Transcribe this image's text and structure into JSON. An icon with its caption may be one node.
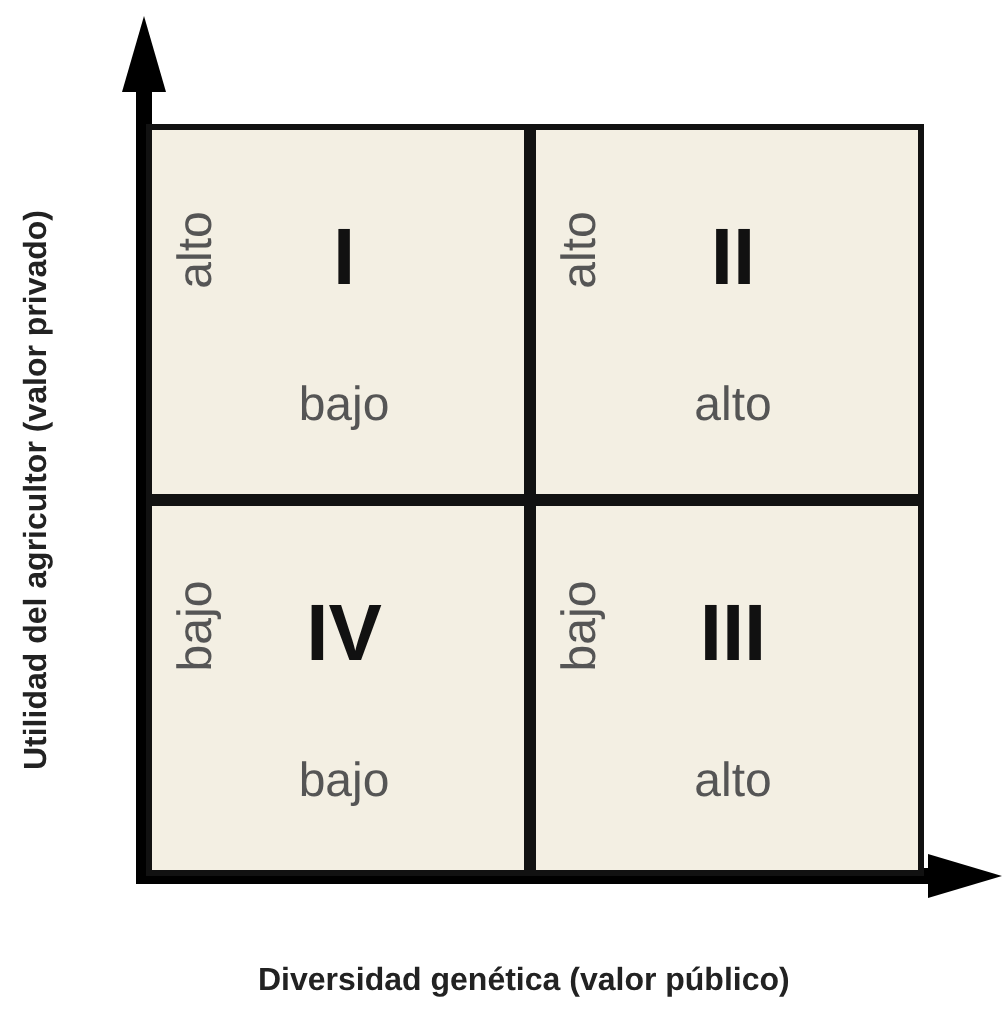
{
  "diagram": {
    "nodes": [
      {
        "text": [
          "alto",
          "I",
          "bajo"
        ]
      },
      {
        "text": [
          "alto",
          "II",
          "alto"
        ]
      },
      {
        "text": [
          "bajo",
          "IV",
          "bajo"
        ]
      },
      {
        "text": [
          "bajo",
          "III",
          "alto"
        ]
      }
    ],
    "labels": [
      "Utilidad del agricultor (valor privado)",
      "Diversidad genética (valor público)"
    ]
  }
}
